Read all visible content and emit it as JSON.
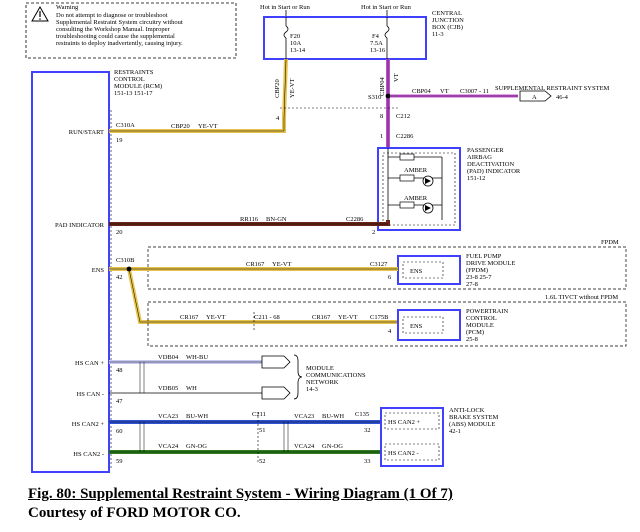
{
  "warning": {
    "title": "Warning",
    "lines": [
      "Do not attempt to diagnose or troubleshoot",
      "Supplemental Restraint System circuitry without",
      "consulting the Workshop Manual. Improper",
      "troubleshooting could cause the supplemental",
      "restraints to deploy inadvertently, causing injury."
    ]
  },
  "power": {
    "hot1": "Hot in Start or Run",
    "hot2": "Hot in Start or Run"
  },
  "cjb": {
    "lines": [
      "CENTRAL",
      "JUNCTION",
      "BOX (CJB)",
      "11-3"
    ],
    "f20": [
      "F20",
      "10A",
      "13-14"
    ],
    "f4": [
      "F4",
      "7.5A",
      "13-16"
    ]
  },
  "rcm": {
    "lines": [
      "RESTRAINTS",
      "CONTROL",
      "MODULE (RCM)",
      "151-13  151-17"
    ],
    "pins": {
      "runstart": "RUN/START",
      "padindicator": "PAD INDICATOR",
      "ens": "ENS",
      "hscanp": "HS CAN +",
      "hscanm": "HS CAN -",
      "hscan2p": "HS CAN2 +",
      "hscan2m": "HS CAN2 -"
    },
    "pinnums": {
      "runstart": "19",
      "padindicator": "20",
      "ens": "42",
      "hscanp": "48",
      "hscanm": "47",
      "hscan2p": "60",
      "hscan2m": "59"
    },
    "c310a": "C310A",
    "c310b": "C310B"
  },
  "wires": {
    "cbp20_top": "CBP20",
    "cbp20_top_color": "YE-VT",
    "cbp20_run": "CBP20",
    "cbp20_run_color": "YE-VT",
    "cbp04": "CBP04",
    "cbp04_color": "VT",
    "cbp04_right": "CBP04",
    "cbp04_right_color": "VT",
    "rr116": "RR116",
    "rr116_color": "BN-GN",
    "cr167_a": "CR167",
    "cr167_a_color": "YE-VT",
    "cr167_b": "CR167",
    "cr167_b_color": "YE-VT",
    "cr167_c": "CR167",
    "cr167_c_color": "YE-VT",
    "vdb04": "VDB04",
    "vdb04_color": "WH-BU",
    "vdb05": "VDB05",
    "vdb05_color": "WH",
    "vca23_a": "VCA23",
    "vca23_a_color": "BU-WH",
    "vca23_b": "VCA23",
    "vca23_b_color": "BU-WH",
    "vca24_a": "VCA24",
    "vca24_a_color": "GN-OG",
    "vca24_b": "VCA24",
    "vca24_b_color": "GN-OG"
  },
  "connectors": {
    "s310": "S310",
    "c212": "C212",
    "c2286": "C2286",
    "c2286b": "C2286",
    "c3007": "C3007 - 11",
    "c3127": "C3127",
    "c175b": "C175B",
    "c211a": "C211 - 68",
    "c211b": "C211",
    "c135": "C135"
  },
  "pins": {
    "p4a": "4",
    "p8": "8",
    "p1": "1",
    "p2": "2",
    "p6": "6",
    "p4b": "4",
    "p51": "51",
    "p52": "52",
    "p32": "32",
    "p33": "33"
  },
  "srs_ref": {
    "label": "SUPPLEMENTAL RESTRAINT SYSTEM",
    "letter": "A",
    "page": "46-4"
  },
  "pad": {
    "lines": [
      "PASSENGER",
      "AIRBAG",
      "DEACTIVATION",
      "(PAD) INDICATOR",
      "151-12"
    ],
    "amber1": "AMBER",
    "amber2": "AMBER"
  },
  "fpdm": {
    "region": "FPDM",
    "lines": [
      "FUEL PUMP",
      "DRIVE MODULE",
      "(FPDM)",
      "23-8    25-7",
      "27-8"
    ],
    "ens": "ENS"
  },
  "pcm": {
    "region": "1.6L TIVCT without FPDM",
    "lines": [
      "POWERTRAIN",
      "CONTROL",
      "MODULE",
      "(PCM)",
      "25-8"
    ],
    "ens": "ENS"
  },
  "mcn": {
    "lines": [
      "MODULE",
      "COMMUNICATIONS",
      "NETWORK",
      "14-3"
    ]
  },
  "abs": {
    "lines": [
      "ANTI-LOCK",
      "BRAKE SYSTEM",
      "(ABS) MODULE",
      "42-1"
    ],
    "hscan2p": "HS CAN2 +",
    "hscan2m": "HS CAN2 -"
  },
  "caption": {
    "title": "Fig. 80: Supplemental Restraint System - Wiring Diagram (1 Of 7)",
    "courtesy": "Courtesy of FORD MOTOR CO."
  },
  "colors": {
    "module_border": "#4040ff",
    "ye_vt": "#e6c24a",
    "vt": "#c050d0",
    "bn_gn": "#6b2418",
    "bu_wh": "#2f52d4",
    "gn_og": "#2e7d1e",
    "wh_bu": "#c8c8f2"
  }
}
